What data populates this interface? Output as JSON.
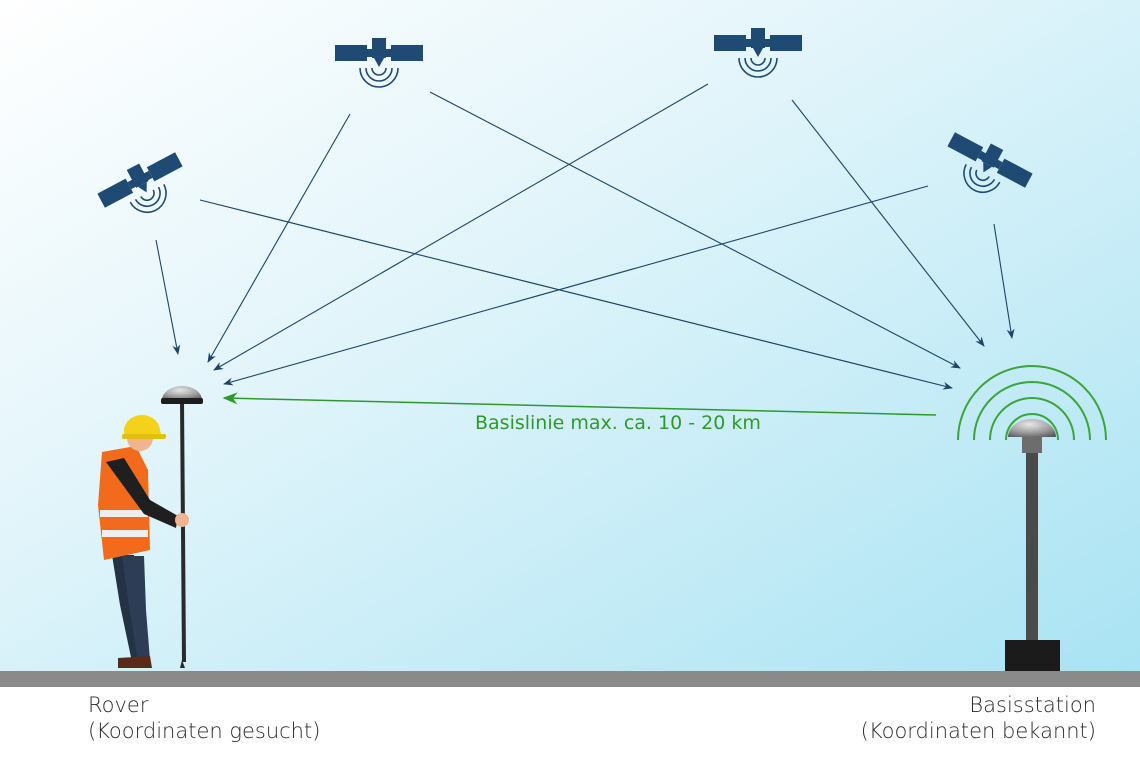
{
  "colors": {
    "sky_top": "#ffffff",
    "sky_bottom": "#a9e3f3",
    "satellite": "#1f4a74",
    "signal_line": "#1e4566",
    "baseline": "#2e9a2e",
    "ground": "#8a8a8a",
    "vest": "#f26a1b",
    "helmet": "#f4d21a"
  },
  "icons": {
    "satellite": "satellite-icon",
    "rover": "gnss-rover-antenna-icon",
    "base": "gnss-base-station-icon",
    "worker": "surveyor-figure-icon"
  },
  "baseline": {
    "label": "Basislinie  max. ca. 10 - 20 km"
  },
  "rover": {
    "title": "Rover",
    "subtitle": "(Koordinaten gesucht)"
  },
  "base_station": {
    "title": "Basisstation",
    "subtitle": "(Koordinaten bekannt)"
  }
}
